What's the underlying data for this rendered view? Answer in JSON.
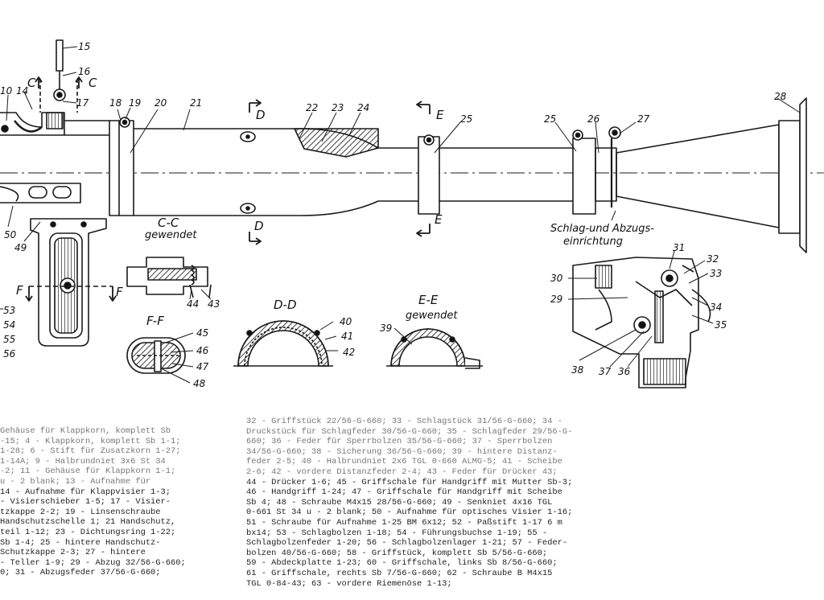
{
  "labels": {
    "n10": "10",
    "n14": "14",
    "n15": "15",
    "n16": "16",
    "n17": "17",
    "n18": "18",
    "n19": "19",
    "n20": "20",
    "n21": "21",
    "n22": "22",
    "n23": "23",
    "n24": "24",
    "n25a": "25",
    "n25b": "25",
    "n26": "26",
    "n27": "27",
    "n28": "28",
    "n29": "29",
    "n30": "30",
    "n31": "31",
    "n32": "32",
    "n33": "33",
    "n34": "34",
    "n35": "35",
    "n36": "36",
    "n37": "37",
    "n38": "38",
    "n39": "39",
    "n40": "40",
    "n41": "41",
    "n42": "42",
    "n43": "43",
    "n44": "44",
    "n45": "45",
    "n46": "46",
    "n47": "47",
    "n48": "48",
    "n49": "49",
    "n50": "50",
    "n53": "53",
    "n54": "54",
    "n55": "55",
    "n56": "56"
  },
  "section_marks": {
    "c1": "C",
    "c2": "C",
    "d1": "D",
    "d2": "D",
    "e1": "E",
    "e2": "E",
    "f1": "F",
    "f2": "F"
  },
  "captions": {
    "cc_title": "C-C",
    "cc_sub": "gewendet",
    "dd_title": "D-D",
    "ee_title": "E-E",
    "ee_sub": "gewendet",
    "ff_title": "F-F",
    "mech_line1": "Schlag-und Abzugs-",
    "mech_line2": "einrichtung"
  },
  "legend_left": [
    "Gehäuse für Klappkorn, komplett Sb",
    "-15; 4 - Klappkorn, komplett Sb 1-1;",
    "1-28; 6 - Stift für Zusatzkorn 1-27;",
    "1-14A; 9 - Halbrundniet 3x6 St 34",
    "-2; 11 - Gehäuse für Klappkorn 1-1;",
    "u - 2 blank; 13 - Aufnahme für",
    "14 - Aufnahme für Klappvisier 1-3;",
    "- Visierschieber 1-5; 17 - Visier-",
    "tzkappe 2-2; 19 - Linsenschraube",
    "Handschutzschelle 1; 21 Handschutz,",
    "teil 1-12; 23 - Dichtungsring 1-22;",
    "Sb 1-4; 25 - hintere Handschutz-",
    "Schutzkappe 2-3; 27 - hintere",
    "- Teller 1-9; 29 - Abzug 32/56-G-660;",
    "0; 31 - Abzugsfeder 37/56-G-660;"
  ],
  "legend_right": [
    "32 - Griffstück 22/56-G-660; 33 - Schlagstück 31/56-G-660; 34 -",
    "Druckstück für Schlagfeder 30/56-G-660; 35 - Schlagfeder 29/56-G-",
    "660; 36 - Feder für Sperrbolzen 35/56-G-660; 37 - Sperrbolzen",
    "34/56-G-660; 38 - Sicherung 36/56-G-660; 39 - hintere Distanz-",
    "feder 2-5; 40 - Halbrundniet 2x6 TGL 0-660 ALMG-5; 41 - Scheibe",
    "2-6; 42 - vordere Distanzfeder 2-4; 43 - Feder für Drücker 43;",
    "44 - Drücker 1-6; 45 - Griffschale für Handgriff mit Mutter Sb-3;",
    "46 - Handgriff 1-24; 47 - Griffschale für Handgriff mit Scheibe",
    "Sb 4; 48 - Schraube M4x15 28/56-G-660; 49 - Senkniet 4x16 TGL",
    "0-661 St 34 u - 2 blank; 50 - Aufnahme für optisches Visier 1-16;",
    "51 - Schraube für Aufnahme 1-25 BM 6x12; 52 - Paßstift 1-17 6 m",
    "bx14; 53 - Schlagbolzen 1-18; 54 - Führungsbuchse 1-19; 55 -",
    "Schlagbolzenfeder 1-20; 56 - Schlagbolzenlager 1-21; 57 - Feder-",
    "bolzen 40/56-G-660; 58 - Griffstück, komplett Sb 5/56-G-660;",
    "59 - Abdeckplatte 1-23; 60 - Griffschale, links Sb 8/56-G-660;",
    "61 - Griffschale, rechts Sb 7/56-G-660; 62 - Schraube B M4x15",
    "TGL 0-84-43; 63 - vordere Riemenöse 1-13;"
  ],
  "colors": {
    "ink": "#1a1a1a",
    "paper": "#ffffff",
    "text_faint": "#777777"
  }
}
